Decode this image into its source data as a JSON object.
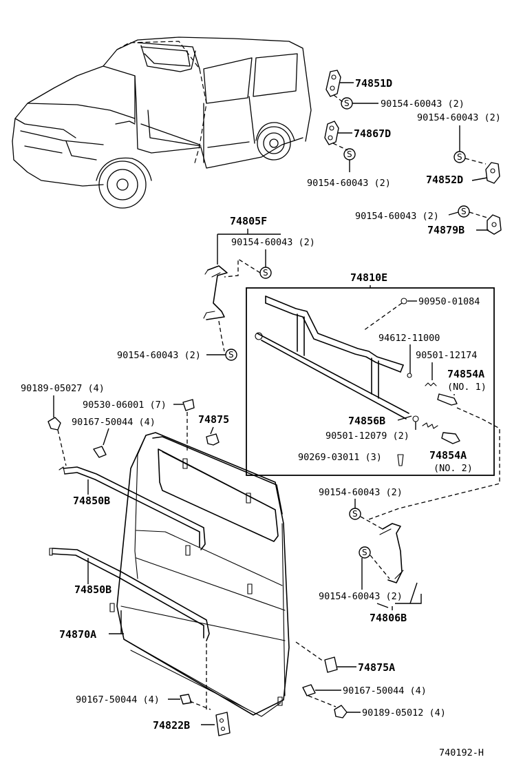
{
  "labels": {
    "p74851D": "74851D",
    "q90154_a": "90154-60043 (2)",
    "q90154_b": "90154-60043 (2)",
    "p74867D": "74867D",
    "q90154_c": "90154-60043 (2)",
    "p74852D": "74852D",
    "q90154_d": "90154-60043 (2)",
    "p74879B": "74879B",
    "p74805F": "74805F",
    "q90154_e": "90154-60043 (2)",
    "p74810E": "74810E",
    "q90950": "90950-01084",
    "q94612": "94612-11000",
    "q90501_a": "90501-12174",
    "p74854A_1": "74854A",
    "no1": "(NO. 1)",
    "q90154_f": "90154-60043 (2)",
    "q90189_a": "90189-05027 (4)",
    "q90530": "90530-06001 (7)",
    "q90167_a": "90167-50044 (4)",
    "p74875": "74875",
    "p74856B": "74856B",
    "q90501_b": "90501-12079 (2)",
    "q90269": "90269-03011 (3)",
    "p74854A_2": "74854A",
    "no2": "(NO. 2)",
    "p74850B_a": "74850B",
    "q90154_g": "90154-60043 (2)",
    "p74850B_b": "74850B",
    "q90154_h": "90154-60043 (2)",
    "p74806B": "74806B",
    "p74870A": "74870A",
    "p74875A": "74875A",
    "q90167_b": "90167-50044 (4)",
    "q90167_c": "90167-50044 (4)",
    "q90189_b": "90189-05012 (4)",
    "p74822B": "74822B",
    "figure_code": "740192-H"
  },
  "symbols": {
    "screw_marker": "S"
  }
}
